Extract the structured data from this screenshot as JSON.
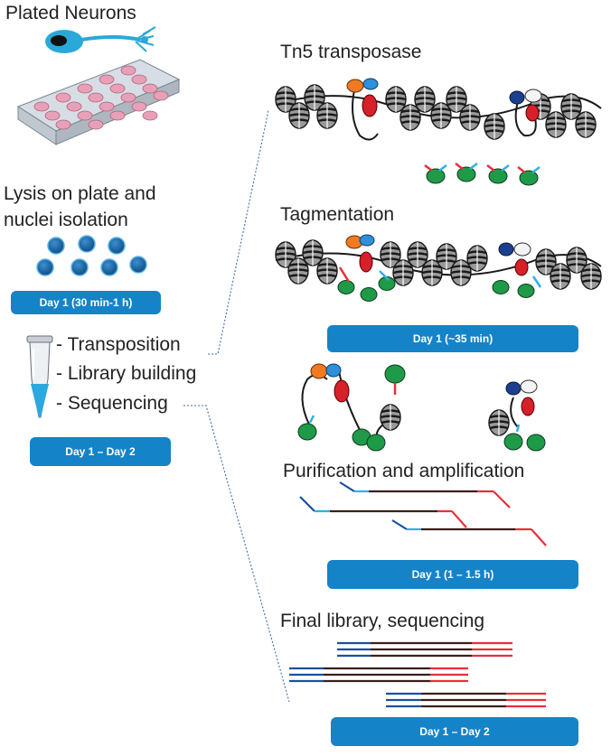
{
  "left": {
    "title": "Plated Neurons",
    "lysis_line1": "Lysis on plate and",
    "lysis_line2": "nuclei isolation",
    "badge_day1": "Day 1 (30 min-1 h)",
    "steps": [
      "- Transposition",
      "- Library building",
      "- Sequencing"
    ],
    "badge_day12": "Day 1  – Day 2"
  },
  "right": {
    "tn5_title": "Tn5 transposase",
    "tagmentation_title": "Tagmentation",
    "badge_tag": "Day 1 (~35 min)",
    "purification_title": "Purification and amplification",
    "badge_pur": "Day 1 (1 – 1.5 h)",
    "final_title": "Final library, sequencing",
    "badge_final": "Day 1 – Day 2"
  },
  "colors": {
    "badge": "#1583c7",
    "neuron": "#2aa8d8",
    "well": "#e8a0b8",
    "nucleus": "#1a6fa8",
    "tn5_green": "#1f9a48",
    "tn5_orange": "#f07a22",
    "tn5_red": "#d6202a",
    "tn5_navy": "#1d3f8f",
    "tn5_blue": "#2d90d8",
    "dna_brown": "#3a1f1a",
    "adapter_red": "#e8303a",
    "adapter_blue": "#1a4fa0",
    "adapter_cyan": "#30b0e8"
  }
}
